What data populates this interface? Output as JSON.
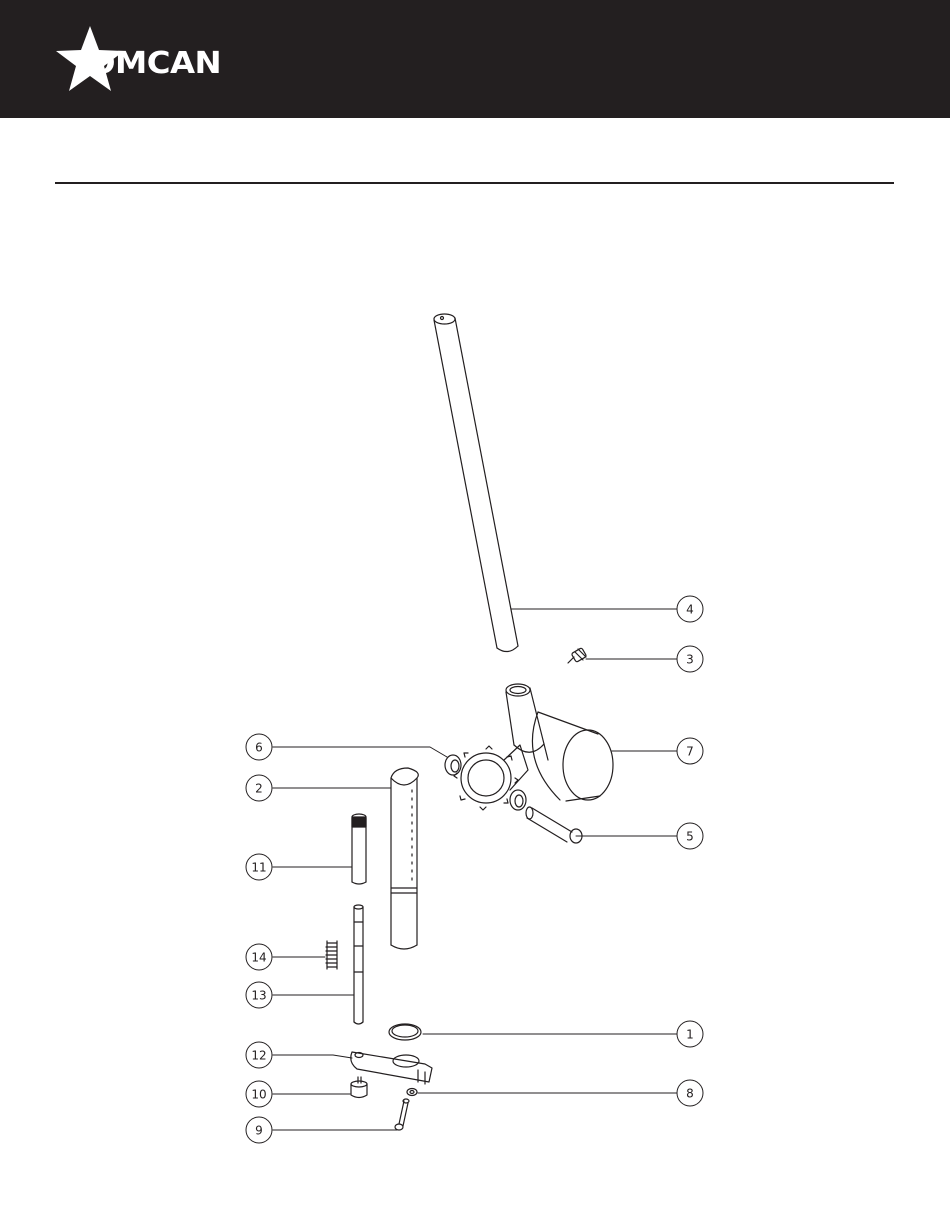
{
  "header": {
    "brand": "OMCAN",
    "background": "#231f20",
    "logo_icon": "star-logo-icon"
  },
  "diagram": {
    "type": "exploded-parts-diagram",
    "callouts": [
      {
        "number": "4"
      },
      {
        "number": "3"
      },
      {
        "number": "7"
      },
      {
        "number": "6"
      },
      {
        "number": "2"
      },
      {
        "number": "5"
      },
      {
        "number": "11"
      },
      {
        "number": "14"
      },
      {
        "number": "13"
      },
      {
        "number": "1"
      },
      {
        "number": "12"
      },
      {
        "number": "10"
      },
      {
        "number": "8"
      },
      {
        "number": "9"
      }
    ]
  }
}
